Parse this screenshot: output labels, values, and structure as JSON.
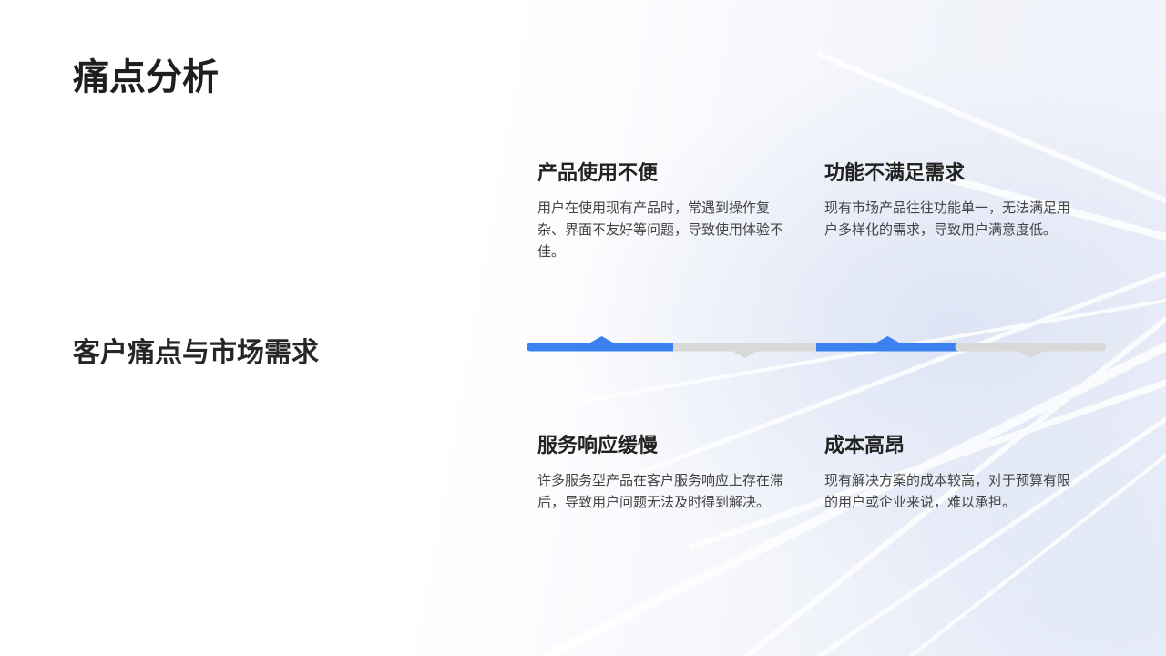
{
  "slide": {
    "title": "痛点分析",
    "subtitle": "客户痛点与市场需求"
  },
  "colors": {
    "accent": "#3b82f0",
    "track": "#d9d9d9",
    "text_dark": "#222222",
    "text_body": "#444444"
  },
  "timeline": {
    "segments": [
      {
        "state": "active",
        "marker": "up"
      },
      {
        "state": "inactive",
        "marker": "down"
      },
      {
        "state": "active",
        "marker": "up"
      },
      {
        "state": "inactive",
        "marker": "down"
      }
    ]
  },
  "pain_points": [
    {
      "title": "产品使用不便",
      "description": "用户在使用现有产品时，常遇到操作复杂、界面不友好等问题，导致使用体验不佳。"
    },
    {
      "title": "功能不满足需求",
      "description": "现有市场产品往往功能单一，无法满足用户多样化的需求，导致用户满意度低。"
    },
    {
      "title": "服务响应缓慢",
      "description": "许多服务型产品在客户服务响应上存在滞后，导致用户问题无法及时得到解决。"
    },
    {
      "title": "成本高昂",
      "description": "现有解决方案的成本较高，对于预算有限的用户或企业来说，难以承担。"
    }
  ]
}
